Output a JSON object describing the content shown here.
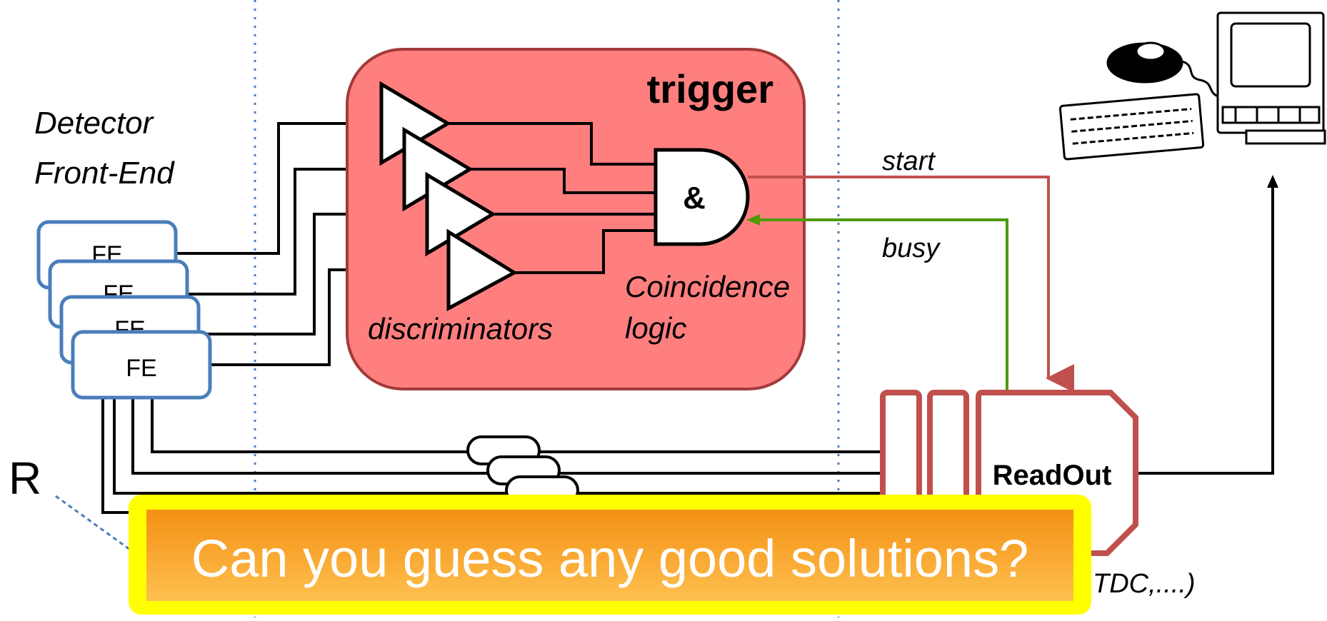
{
  "detector_label": {
    "line1": "Detector",
    "line2": "Front-End"
  },
  "fe_boxes": [
    "FE",
    "FE",
    "FE",
    "FE"
  ],
  "trigger": {
    "title": "trigger",
    "discriminators_label": "discriminators",
    "and_gate_symbol": "&",
    "coincidence_label": {
      "line1": "Coincidence",
      "line2": "logic"
    }
  },
  "signals": {
    "start": "start",
    "busy": "busy"
  },
  "readout": {
    "label": "ReadOut",
    "caption_partial": "TDC,....)"
  },
  "side_symbol": "R",
  "banner": {
    "text": "Can you guess any good solutions?"
  },
  "computer": {
    "icon": "computer-icon"
  },
  "colors": {
    "trigger_fill": "#ff7f7f",
    "trigger_border": "#a33a3a",
    "fe_border": "#4a7ebb",
    "readout_border": "#c0504d",
    "start_line": "#c0504d",
    "busy_line": "#4e9a06",
    "banner_outer": "#ffff00",
    "banner_inner_top": "#f39014",
    "banner_inner_bottom": "#ffc04f",
    "separator": "#4a7ebb"
  }
}
